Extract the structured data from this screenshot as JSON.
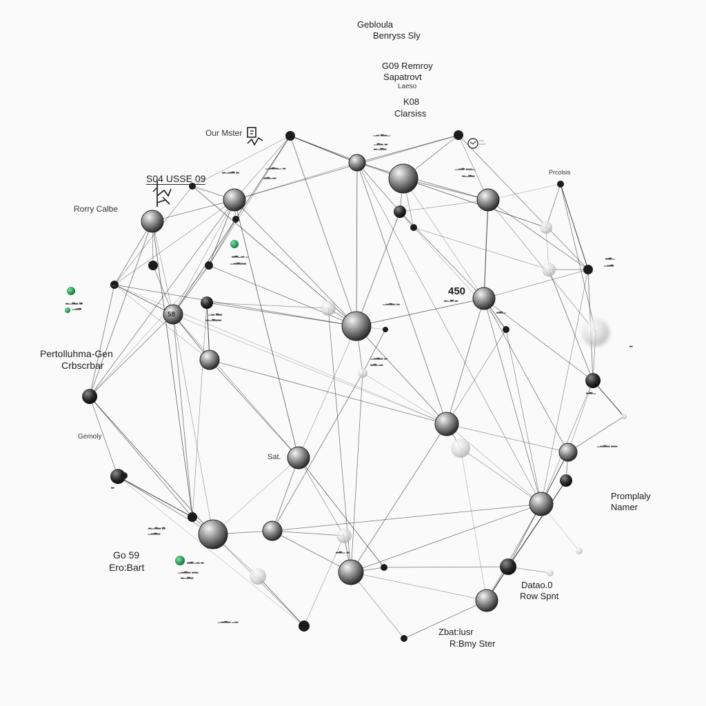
{
  "labels": {
    "top1": "Gebloula",
    "top1b": "Benryss Sly",
    "top2": "G09 Remroy",
    "top2b": "Sapatrovt",
    "top2c": "Laeso",
    "top3": "K08",
    "top3b": "Clarsiss",
    "ourMaster": "Our Mster",
    "rory": "Rorry Calbe",
    "code": "S04 USSE 09",
    "perf": "Pertolluhma-Gen",
    "perfb": "Crbscrbar",
    "gemly": "Gemoly",
    "sat": "Sat.",
    "go": "Go 59",
    "gob": "Ero:Bart",
    "num450": "450",
    "promplaly": "Promplaly",
    "promplalyb": "Namer",
    "datao": "Datao.0",
    "dataob": "Row Spnt",
    "zbat": "Zbat:lusr",
    "zbatb": "R:Bmy Ster",
    "n58": "58",
    "dashTopRight": "Prcolsis"
  },
  "colors": {
    "node": "#4a4a4a",
    "edge": "#1a1a1a",
    "accent": "#1e8a4a",
    "text": "#1a1a1a"
  }
}
